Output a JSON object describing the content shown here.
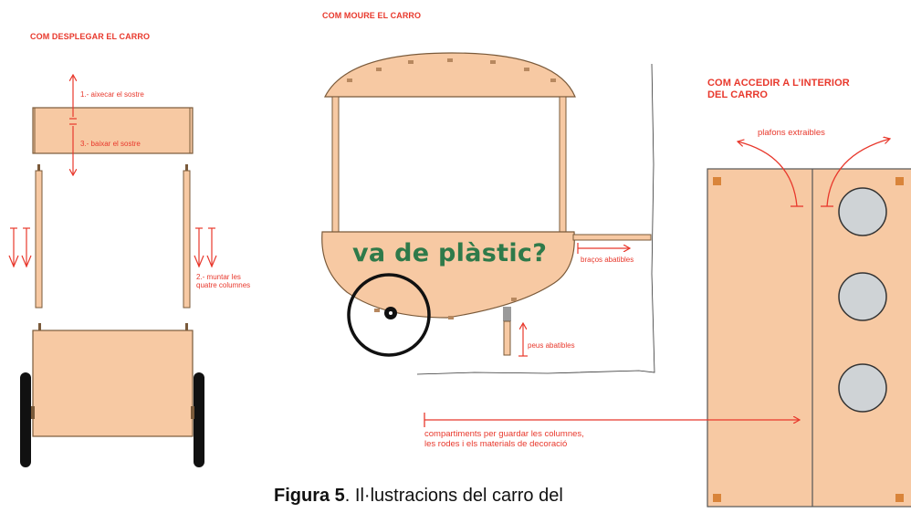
{
  "section_deploy": {
    "title": "COM DESPLEGAR EL CARRO",
    "step_raise": "1.- aixecar el sostre",
    "step_lower": "3.- baixar el sostre",
    "step_columns_line1": "2.- muntar les",
    "step_columns_line2": "quatre columnes"
  },
  "section_move": {
    "title": "COM MOURE EL CARRO",
    "slogan": "va de plàstic?",
    "arms_label": "braços abatibles",
    "feet_label": "peus abatibles"
  },
  "section_interior": {
    "title_line1": "COM ACCEDIR A L’INTERIOR",
    "title_line2": "DEL CARRO",
    "panels_label": "plafons extraibles",
    "compartments_line1": "compartiments per guardar les columnes,",
    "compartments_line2": "les rodes i els materials de decoració"
  },
  "caption": {
    "figure": "Figura 5",
    "text": ". Il·lustracions del carro del"
  },
  "colors": {
    "wood": "#f7c9a3",
    "wood_edge": "#7a5a3a",
    "accent_red": "#e8382c",
    "slogan_green": "#2f7a4a",
    "wheel": "#111111",
    "porthole": "#cfd3d6"
  }
}
